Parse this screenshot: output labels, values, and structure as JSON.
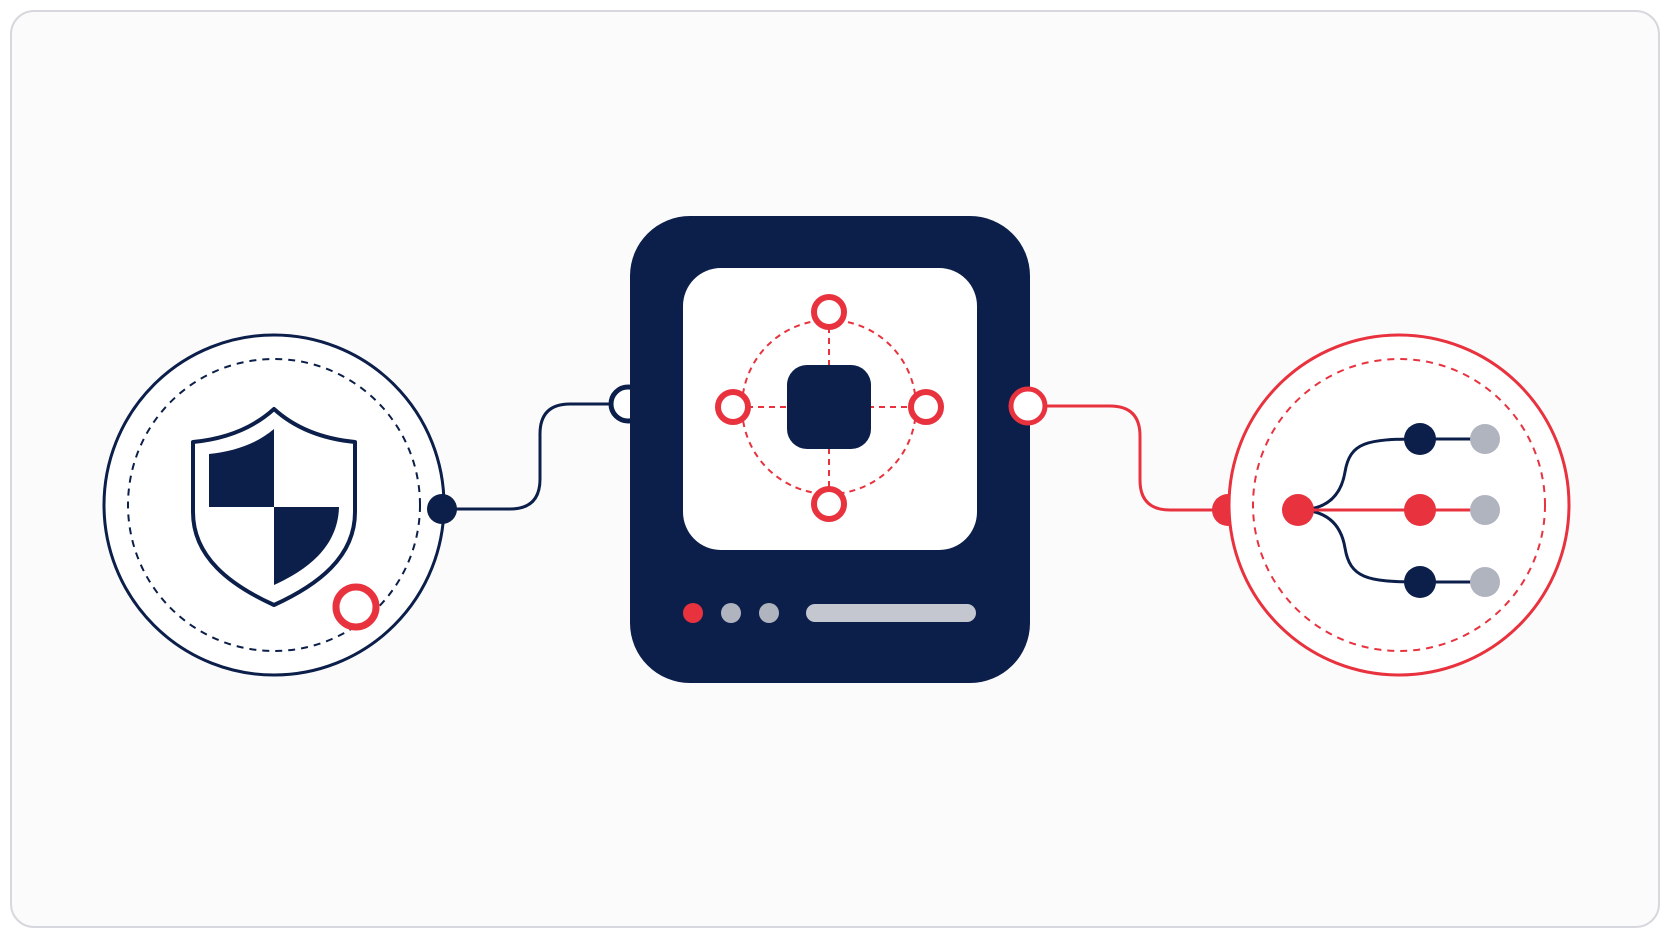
{
  "colors": {
    "navy": "#0c1f4a",
    "red": "#e8333f",
    "gray": "#b0b4bf",
    "light_gray": "#c4c7cf",
    "white": "#ffffff",
    "frame_border": "#d6d8de",
    "background": "#fbfbfc"
  },
  "diagram": {
    "left_node": {
      "icon": "shield-icon",
      "accent": "navy"
    },
    "center_node": {
      "icon": "server-device-icon",
      "status_dots": [
        "red",
        "gray",
        "gray"
      ],
      "accent": "navy"
    },
    "right_node": {
      "icon": "branching-network-icon",
      "branches": 3,
      "accent": "red"
    },
    "connections": [
      {
        "from": "left_node",
        "to": "center_node",
        "color": "navy"
      },
      {
        "from": "center_node",
        "to": "right_node",
        "color": "red"
      }
    ]
  }
}
